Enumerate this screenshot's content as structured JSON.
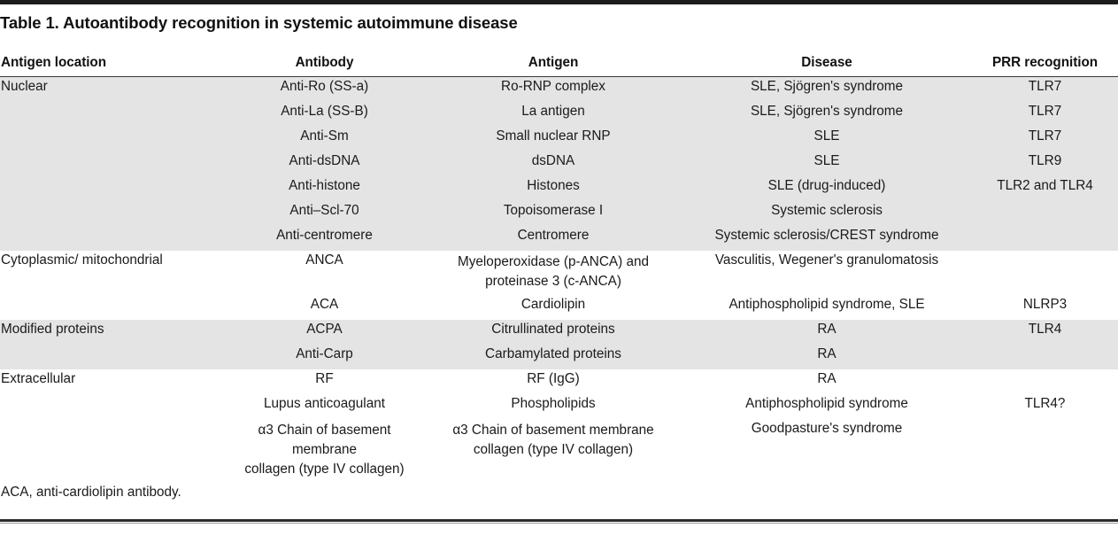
{
  "title": "Table 1. Autoantibody recognition in systemic autoimmune disease",
  "columns": {
    "antigen_location": "Antigen location",
    "antibody": "Antibody",
    "antigen": "Antigen",
    "disease": "Disease",
    "prr_recognition": "PRR recognition"
  },
  "footnote": "ACA, anti-cardiolipin antibody.",
  "colors": {
    "shaded_row": "#e4e4e4",
    "plain_row": "#ffffff",
    "rule": "#1c1c1c",
    "text": "#1a1a1a"
  },
  "rows": [
    {
      "location": "Nuclear",
      "antibody": "Anti-Ro (SS-a)",
      "antigen": "Ro-RNP complex",
      "disease": "SLE, Sjögren's syndrome",
      "prr": "TLR7",
      "shaded": true
    },
    {
      "location": "",
      "antibody": "Anti-La (SS-B)",
      "antigen": "La antigen",
      "disease": "SLE, Sjögren's syndrome",
      "prr": "TLR7",
      "shaded": true
    },
    {
      "location": "",
      "antibody": "Anti-Sm",
      "antigen": "Small nuclear RNP",
      "disease": "SLE",
      "prr": "TLR7",
      "shaded": true
    },
    {
      "location": "",
      "antibody": "Anti-dsDNA",
      "antigen": "dsDNA",
      "disease": "SLE",
      "prr": "TLR9",
      "shaded": true
    },
    {
      "location": "",
      "antibody": "Anti-histone",
      "antigen": "Histones",
      "disease": "SLE (drug-induced)",
      "prr": "TLR2 and TLR4",
      "shaded": true
    },
    {
      "location": "",
      "antibody": "Anti–Scl-70",
      "antigen": "Topoisomerase I",
      "disease": "Systemic sclerosis",
      "prr": "",
      "shaded": true
    },
    {
      "location": "",
      "antibody": "Anti-centromere",
      "antigen": "Centromere",
      "disease": "Systemic sclerosis/CREST syndrome",
      "prr": "",
      "shaded": true
    },
    {
      "location": "Cytoplasmic/ mitochondrial",
      "antibody": "ANCA",
      "antigen": "Myeloperoxidase (p-ANCA) and proteinase 3 (c-ANCA)",
      "antigen_line1": "Myeloperoxidase (p-ANCA) and",
      "antigen_line2": "proteinase 3 (c-ANCA)",
      "disease": "Vasculitis, Wegener's granulomatosis",
      "prr": "",
      "shaded": false,
      "tall": true
    },
    {
      "location": "",
      "antibody": "ACA",
      "antigen": "Cardiolipin",
      "disease": "Antiphospholipid syndrome, SLE",
      "prr": "NLRP3",
      "shaded": false
    },
    {
      "location": "Modified proteins",
      "antibody": "ACPA",
      "antigen": "Citrullinated proteins",
      "disease": "RA",
      "prr": "TLR4",
      "shaded": true
    },
    {
      "location": "",
      "antibody": "Anti-Carp",
      "antigen": "Carbamylated proteins",
      "disease": "RA",
      "prr": "",
      "shaded": true
    },
    {
      "location": "Extracellular",
      "antibody": "RF",
      "antigen": "RF (IgG)",
      "disease": "RA",
      "prr": "",
      "shaded": false
    },
    {
      "location": "",
      "antibody": "Lupus anticoagulant",
      "antigen": "Phospholipids",
      "disease": "Antiphospholipid syndrome",
      "prr": "TLR4?",
      "shaded": false
    },
    {
      "location": "",
      "antibody": "α3 Chain of basement membrane collagen (type IV collagen)",
      "antibody_line1": "α3 Chain of basement membrane",
      "antibody_line2": "collagen (type IV collagen)",
      "antigen": "α3 Chain of basement membrane collagen (type IV collagen)",
      "antigen_line1": "α3 Chain of basement membrane",
      "antigen_line2": "collagen (type IV collagen)",
      "disease": "Goodpasture's syndrome",
      "prr": "",
      "shaded": false,
      "tall": true
    }
  ]
}
